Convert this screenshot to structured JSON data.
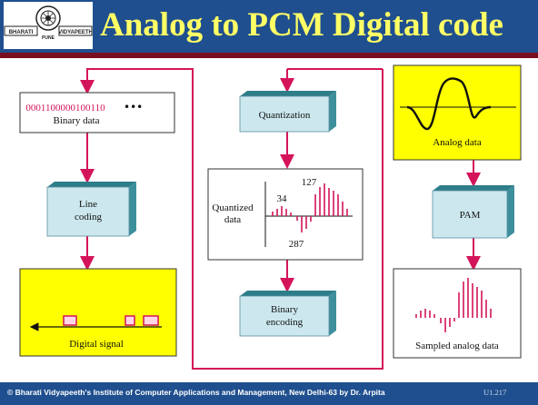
{
  "title": "Analog to PCM Digital code",
  "logo": {
    "left_text": "BHARATI",
    "right_text": "VIDYAPEETH",
    "bottom_text": "PUNE"
  },
  "blocks": {
    "binary_bits": "0001100000100110",
    "binary_ellipsis": "•••",
    "binary_label": "Binary data",
    "line_coding": [
      "Line",
      "coding"
    ],
    "digital_signal": "Digital signal",
    "quantization": "Quantization",
    "quantized_label": [
      "Quantized",
      "data"
    ],
    "quant_values": {
      "top": "127",
      "left": "34",
      "bottom": "287"
    },
    "binary_encoding": [
      "Binary",
      "encoding"
    ],
    "analog_data": "Analog data",
    "pam": "PAM",
    "sampled": "Sampled analog data"
  },
  "colors": {
    "title_bg": "#1f4f8f",
    "title_text": "#ffff66",
    "accent": "#d4145a",
    "yellow_panel": "#ffff00",
    "block_face": "#cce8ee"
  },
  "footer": {
    "credit": "© Bharati Vidyapeeth's Institute of Computer Applications and Management, New Delhi-63 by Dr. Arpita",
    "slide_number": "U1.217"
  }
}
